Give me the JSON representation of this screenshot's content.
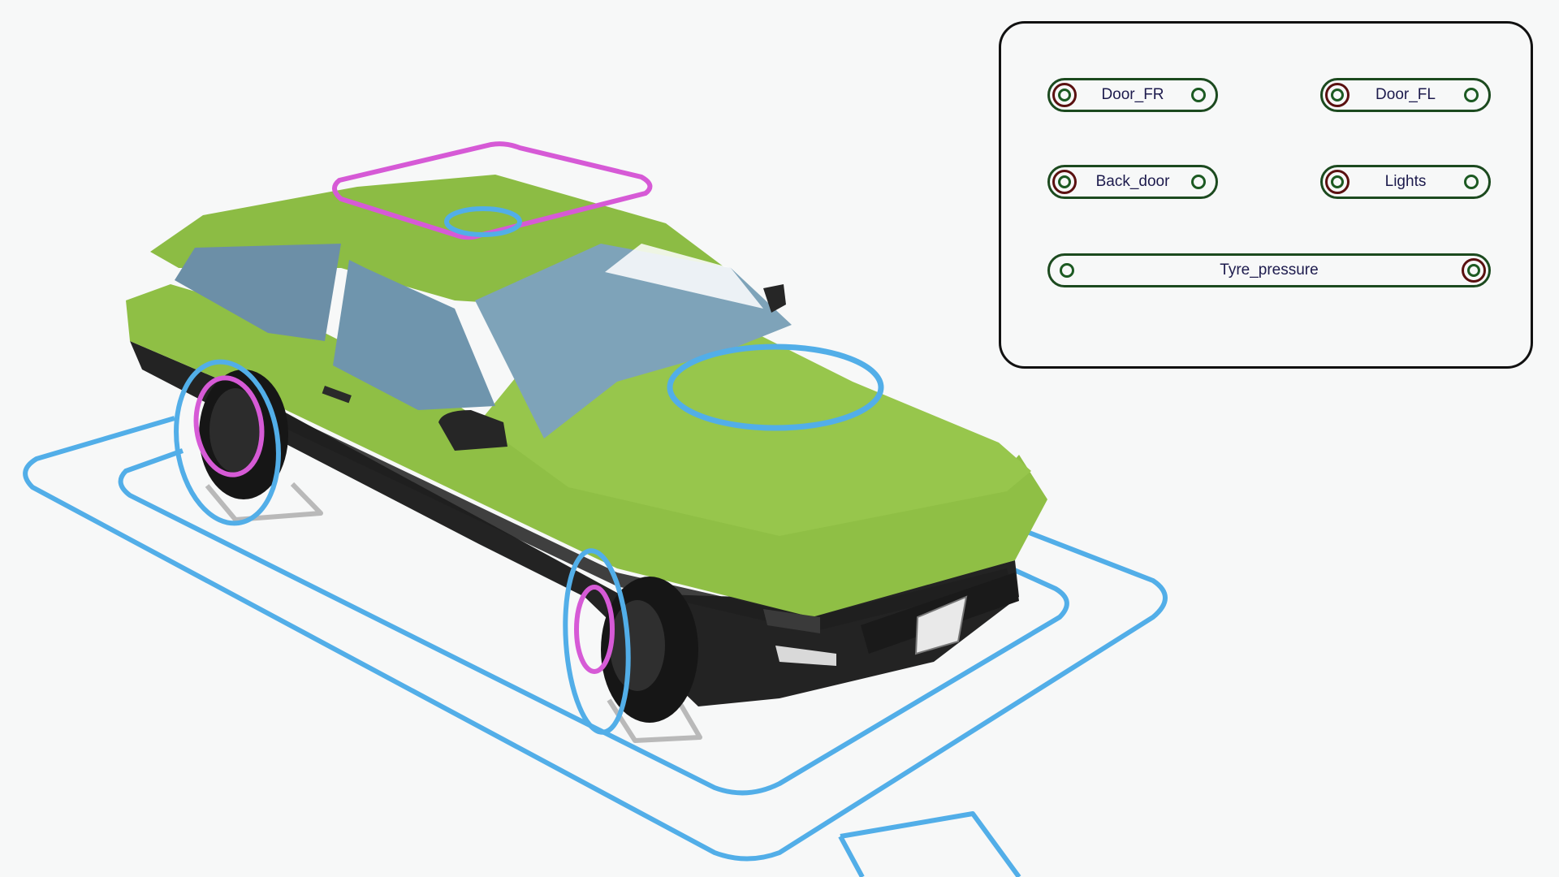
{
  "viewport": {
    "background": "#f7f8f8",
    "car_body_color": "#8fbf45",
    "gizmo_blue": "#52aee8",
    "gizmo_magenta": "#d65ad6",
    "gizmo_gray": "#b9b9b9"
  },
  "panel": {
    "border_color": "#111111",
    "pill_border_color": "#1c4a1f",
    "label_color": "#1d1b4d",
    "nodes": [
      {
        "label": "Door_FR"
      },
      {
        "label": "Door_FL"
      },
      {
        "label": "Back_door"
      },
      {
        "label": "Lights"
      },
      {
        "label": "Tyre_pressure"
      }
    ]
  }
}
